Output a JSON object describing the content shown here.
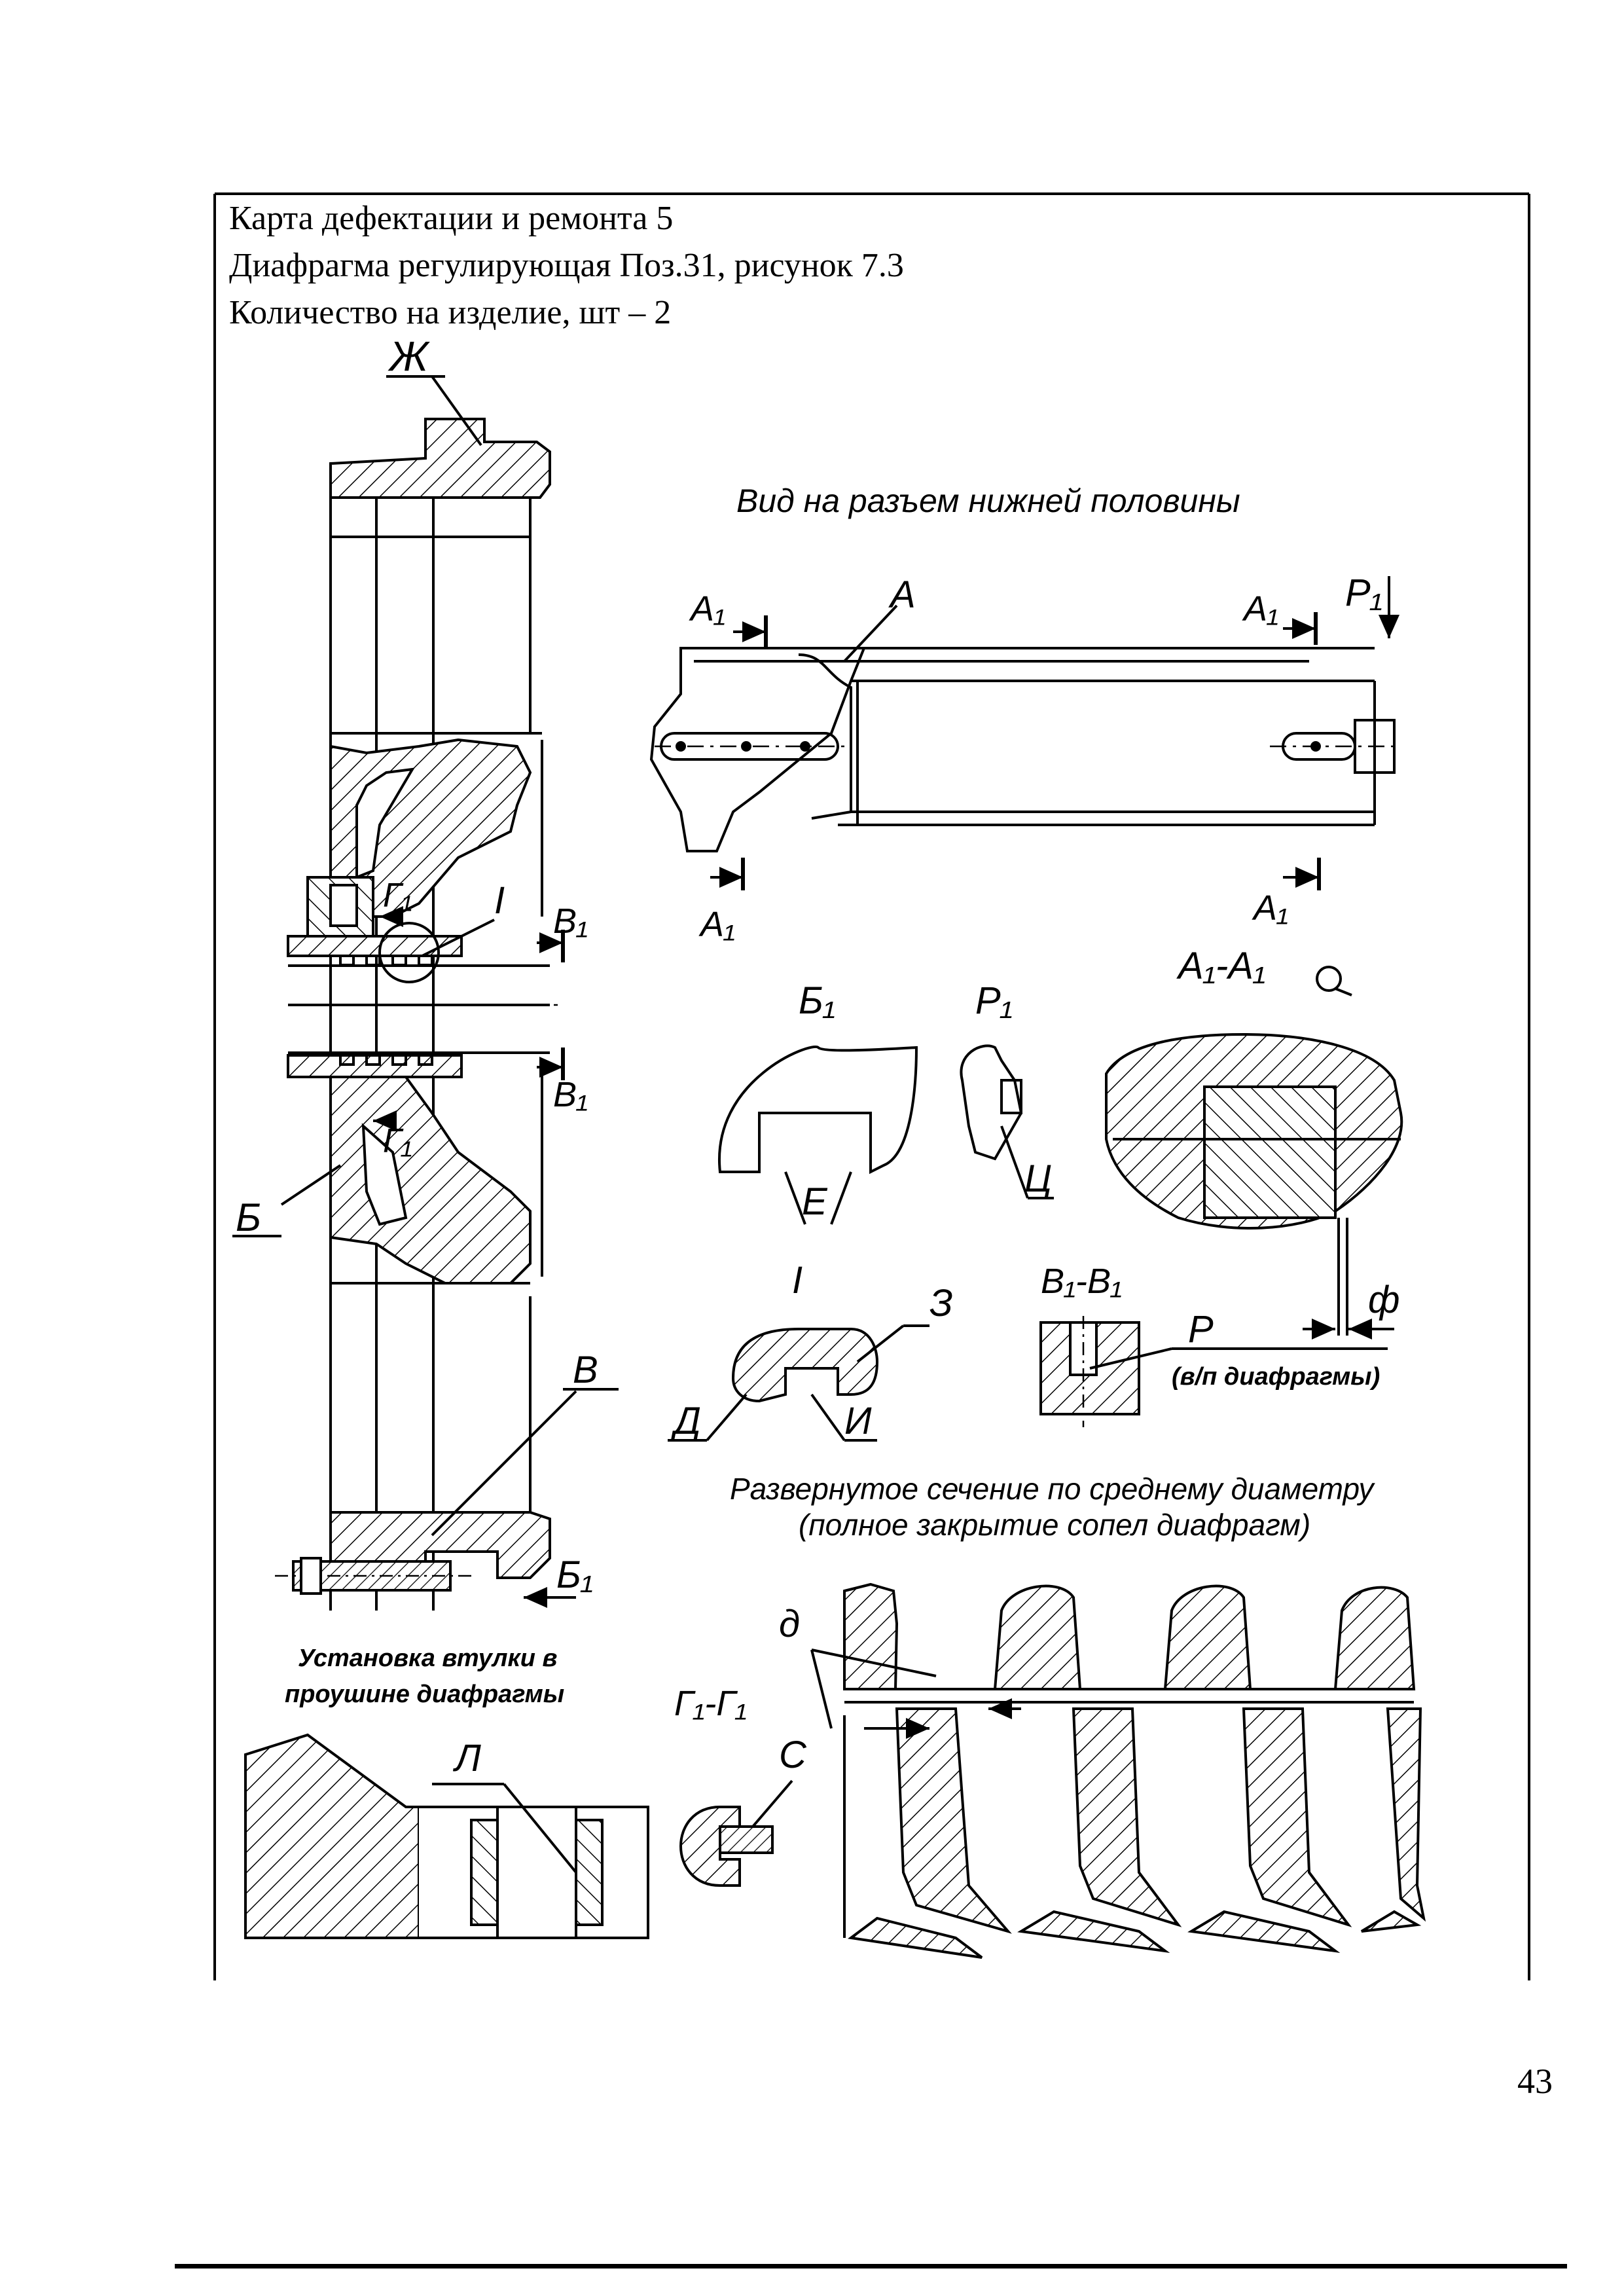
{
  "header": {
    "line1": "Карта дефектации и ремонта 5",
    "line2": "Диафрагма регулирующая Поз.31, рисунок 7.3",
    "line3": "Количество на изделие, шт – 2"
  },
  "labels": {
    "zh": "Ж",
    "view_title": "Вид на разъем нижней половины",
    "a1": "А₁",
    "a": "А",
    "p1": "Р₁",
    "g1": "Г₁",
    "i": "I",
    "v1": "В₁",
    "b1": "Б₁",
    "a1a1": "А₁-А₁",
    "b": "Б",
    "e": "Е",
    "ts": "Ц",
    "z": "З",
    "v1v1": "В₁-В₁",
    "f": "ф",
    "v": "В",
    "p": "Р",
    "p_note": "(в/п диафрагмы)",
    "d_cap": "Д",
    "i_cap": "И",
    "section_title_1": "Развернутое сечение по среднему диаметру",
    "section_title_2": "(полное закрытие сопел диафрагм)",
    "d_small": "д",
    "g1g1": "Г₁-Г₁",
    "s": "С",
    "bushing_1": "Установка втулки в",
    "bushing_2": "проушине диафрагмы",
    "l": "Л"
  },
  "page_number": "43"
}
